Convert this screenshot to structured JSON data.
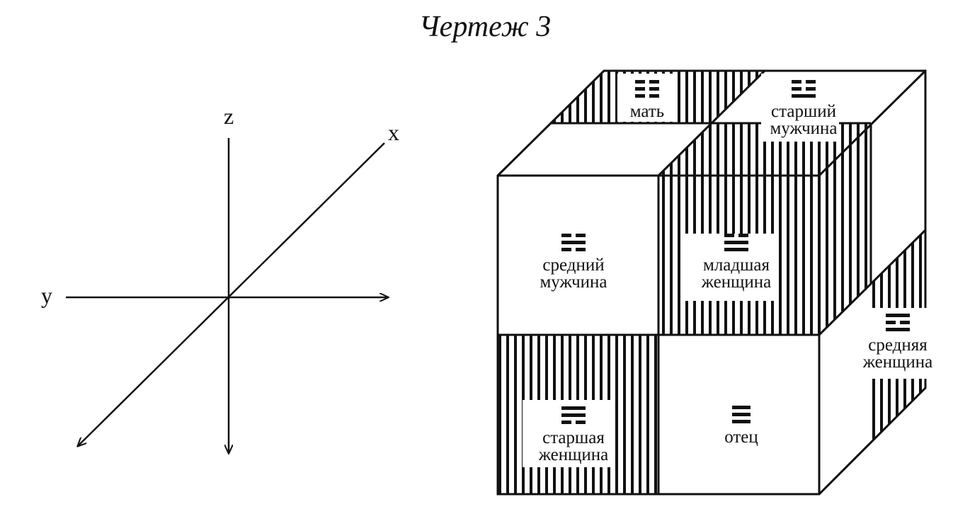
{
  "title": "Чертеж 3",
  "axes": {
    "x": "x",
    "y": "y",
    "z": "z"
  },
  "cube": {
    "mother": {
      "line1": "мать",
      "trigram": [
        0,
        0,
        0
      ]
    },
    "eldest_son": {
      "line1": "старший",
      "line2": "мужчина",
      "trigram": [
        0,
        0,
        1
      ]
    },
    "middle_son": {
      "line1": "средний",
      "line2": "мужчина",
      "trigram": [
        0,
        1,
        0
      ]
    },
    "youngest_daughter": {
      "line1": "младшая",
      "line2": "женщина",
      "trigram": [
        0,
        1,
        1
      ]
    },
    "middle_daughter": {
      "line1": "средняя",
      "line2": "женщина",
      "trigram": [
        1,
        0,
        1
      ]
    },
    "eldest_daughter": {
      "line1": "старшая",
      "line2": "женщина",
      "trigram": [
        1,
        1,
        0
      ]
    },
    "father": {
      "line1": "отец",
      "trigram": [
        1,
        1,
        1
      ]
    }
  }
}
